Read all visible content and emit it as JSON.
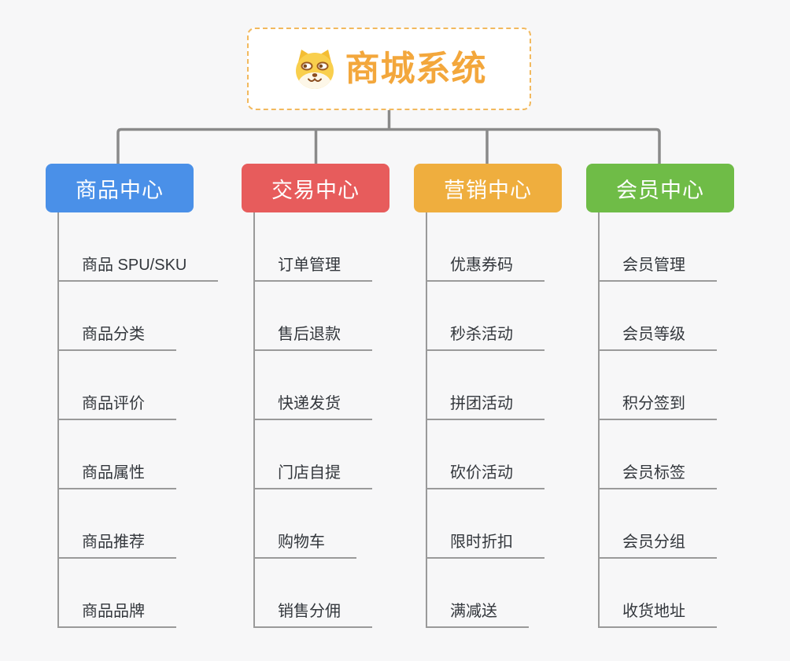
{
  "root": {
    "title": "商城系统",
    "icon": "shiba-dog-icon"
  },
  "branches": [
    {
      "id": "products",
      "label": "商品中心",
      "color": "#4a90e8",
      "children": [
        "商品 SPU/SKU",
        "商品分类",
        "商品评价",
        "商品属性",
        "商品推荐",
        "商品品牌"
      ]
    },
    {
      "id": "trade",
      "label": "交易中心",
      "color": "#e75c5c",
      "children": [
        "订单管理",
        "售后退款",
        "快递发货",
        "门店自提",
        "购物车",
        "销售分佣"
      ]
    },
    {
      "id": "marketing",
      "label": "营销中心",
      "color": "#efae3e",
      "children": [
        "优惠券码",
        "秒杀活动",
        "拼团活动",
        "砍价活动",
        "限时折扣",
        "满减送"
      ]
    },
    {
      "id": "members",
      "label": "会员中心",
      "color": "#6fbc47",
      "children": [
        "会员管理",
        "会员等级",
        "积分签到",
        "会员标签",
        "会员分组",
        "收货地址"
      ]
    }
  ],
  "colors": {
    "background": "#f7f7f8",
    "accent_orange": "#f3a73c",
    "root_border": "#f2b95e",
    "connector": "#8a8a8a",
    "leaf_line": "#9a9a9a",
    "leaf_text": "#33373c"
  }
}
